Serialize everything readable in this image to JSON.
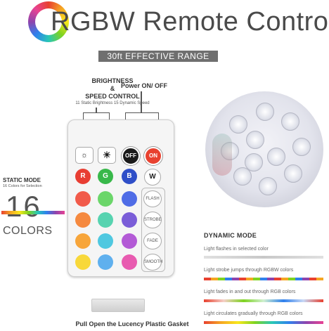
{
  "header": {
    "title": "RGBW Remote Control",
    "range": "30ft EFFECTIVE RANGE"
  },
  "labels": {
    "brightness": "BRIGHTNESS",
    "ampersand": "&",
    "speed": "SPEED CONTROL",
    "brightness_sub": "11 Static Brightness 15 Dynamic Speed",
    "power": "Power ON/ OFF",
    "gasket": "Pull Open the Lucency Plastic Gasket"
  },
  "remote": {
    "off_label": "OFF",
    "on_label": "ON",
    "r_label": "R",
    "g_label": "G",
    "b_label": "B",
    "w_label": "W",
    "flash_label": "FLASH",
    "strobe_label": "STROBE",
    "fade_label": "FADE",
    "smooth_label": "SMOOTH",
    "color_grid": [
      [
        "#f15a4a",
        "#6bd66a",
        "#4f6ce6"
      ],
      [
        "#f5893f",
        "#57d3b0",
        "#7a5dd8"
      ],
      [
        "#f7a53a",
        "#4fc8e0",
        "#b35ad6"
      ],
      [
        "#f8d83a",
        "#5fb0ee",
        "#e85bb0"
      ]
    ]
  },
  "static_mode": {
    "title": "STATIC MODE",
    "subtitle": "16 Colors for Selection",
    "number": "16",
    "colors_word": "COLORS"
  },
  "dynamic_mode": {
    "title": "DYNAMIC MODE",
    "items": [
      "Light flashes in selected color",
      "Light strobe jumps through RGBW colors",
      "Light fades in and out through RGB colors",
      "Light circulates gradually through RGB colors"
    ]
  },
  "colors": {
    "accent_red": "#e8412f",
    "off_button": "#1a1a1a",
    "on_button": "#e8412f"
  }
}
